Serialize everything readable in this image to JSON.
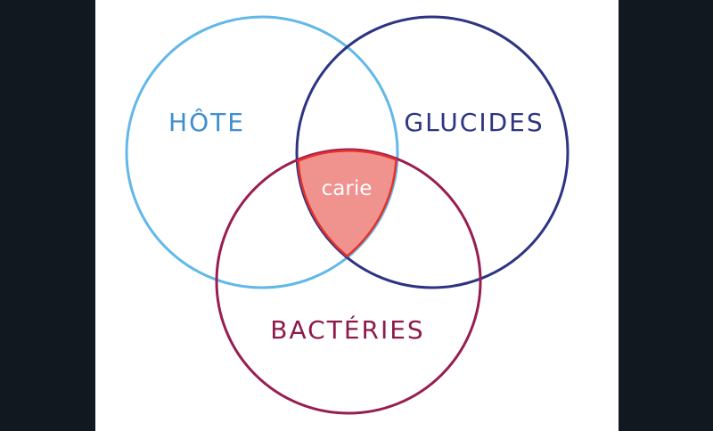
{
  "diagram": {
    "type": "venn",
    "sets": [
      {
        "label": "HÔTE",
        "color": "#62b8e8",
        "text_color": "#3d8fd0"
      },
      {
        "label": "GLUCIDES",
        "color": "#2d3482",
        "text_color": "#2d3482"
      },
      {
        "label": "BACTÉRIES",
        "color": "#981e52",
        "text_color": "#8c1b4b"
      }
    ],
    "intersection": {
      "label": "carie",
      "fill": "#f0928e",
      "stroke": "#e6302a",
      "text_color": "#ffffff"
    }
  }
}
